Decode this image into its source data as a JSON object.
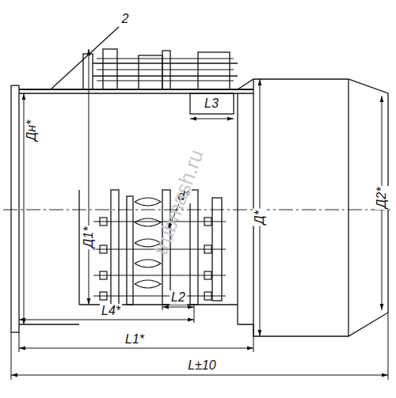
{
  "diagram": {
    "labels": [
      "2",
      "Дн*",
      "Д2*",
      "Д1*",
      "Д*",
      "d*",
      "L3",
      "L2",
      "L4*",
      "L1*",
      "L±10",
      "trubmash.ru"
    ]
  }
}
